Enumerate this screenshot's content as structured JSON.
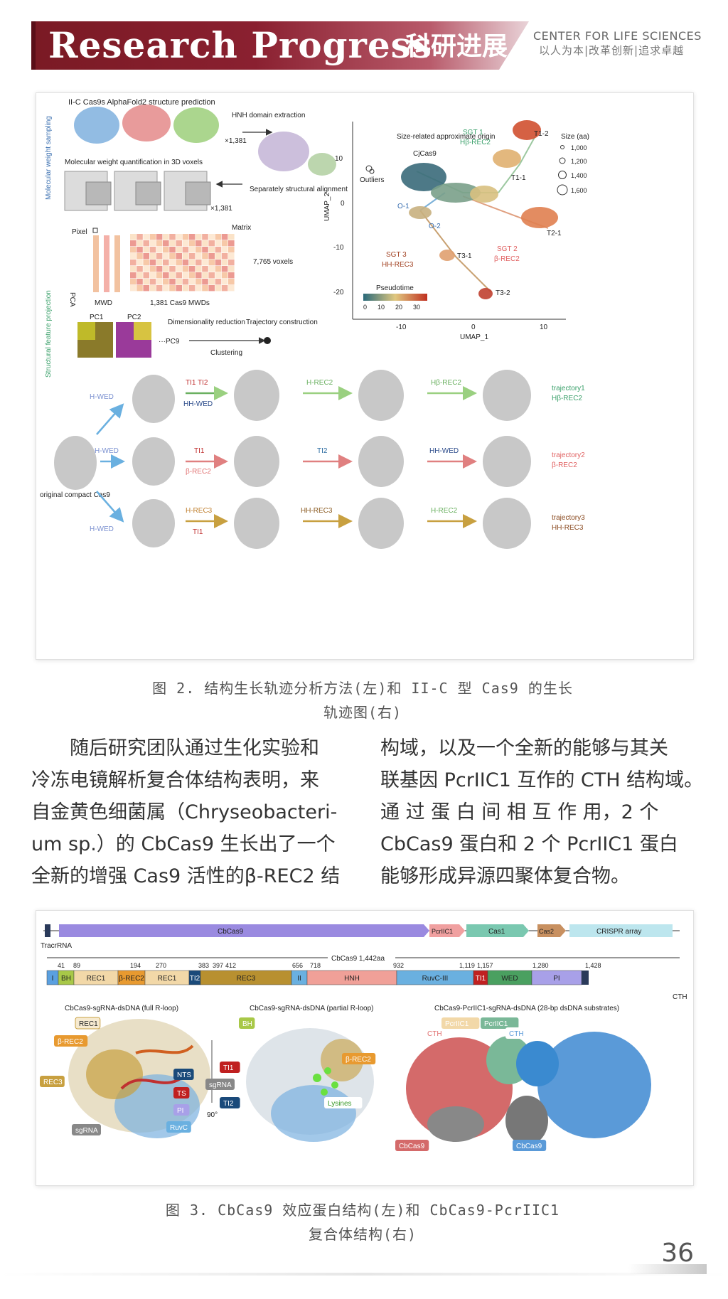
{
  "header": {
    "title_en": "Research Progress",
    "title_cn": "科研进展",
    "center_en": "CENTER FOR LIFE SCIENCES",
    "center_cn": "以人为本|改革创新|追求卓越"
  },
  "fig2": {
    "left": {
      "side_label_top": "Molecular weight sampling",
      "side_label_bottom": "Structural feature projection",
      "title_a": "II-C Cas9s AlphaFold2 structure prediction",
      "hnh_label": "HNH domain extraction",
      "count_1": "×1,381",
      "title_b": "Molecular weight quantification in 3D voxels",
      "align_label": "Separately structural alignment",
      "count_2": "×1,381",
      "pixel_label": "Pixel",
      "matrix_label": "Matrix",
      "voxels_label": "7,765 voxels",
      "mwd_label": "MWD",
      "mwds_label": "1,381 Cas9 MWDs",
      "pca_label": "PCA",
      "pc1": "PC1",
      "pc2": "PC2",
      "pc9": "···PC9",
      "dimred": "Dimensionality reduction",
      "trajectory": "Trajectory construction",
      "clustering": "Clustering"
    },
    "umap": {
      "xlabel": "UMAP_1",
      "ylabel": "UMAP_2",
      "xticks": [
        "-10",
        "0",
        "10"
      ],
      "yticks": [
        "10",
        "0",
        "-10",
        "-20"
      ],
      "origin_label": "Size-related approximate origin",
      "origin_name": "CjCas9",
      "outliers": "Outliers",
      "sgt1": "SGT 1",
      "sgt1_sub": "Hβ-REC2",
      "sgt2": "SGT 2",
      "sgt2_sub": "β-REC2",
      "sgt3": "SGT 3",
      "sgt3_sub": "HH-REC3",
      "nodes": [
        "T1-2",
        "T1-1",
        "O-1",
        "O-2",
        "T2-1",
        "T3-1",
        "T3-2"
      ],
      "size_title": "Size (aa)",
      "sizes": [
        "1,000",
        "1,200",
        "1,400",
        "1,600"
      ],
      "pseudotime": "Pseudotime",
      "pt_ticks": [
        "0",
        "10",
        "20",
        "30"
      ]
    },
    "traj": {
      "original": "original compact Cas9",
      "row1": [
        "H-WED",
        "TI1 TI2",
        "HH-WED",
        "H-REC2",
        "Hβ-REC2"
      ],
      "row1_end": [
        "trajectory1",
        "Hβ-REC2"
      ],
      "row2": [
        "H-WED",
        "TI1",
        "β-REC2",
        "TI2",
        "HH-WED"
      ],
      "row2_end": [
        "trajectory2",
        "β-REC2"
      ],
      "row3": [
        "H-WED",
        "H-REC3",
        "TI1",
        "HH-REC3",
        "H-REC2"
      ],
      "row3_end": [
        "trajectory3",
        "HH-REC3"
      ]
    },
    "caption_1": "图 2. 结构生长轨迹分析方法(左)和 II-C 型 Cas9 的生长",
    "caption_2": "轨迹图(右)"
  },
  "body": {
    "left_lines": [
      "　　随后研究团队通过生化实验和",
      "冷冻电镜解析复合体结构表明，来",
      "自金黄色细菌属（Chryseobacteri-",
      "um sp.）的 CbCas9 生长出了一个",
      "全新的增强 Cas9 活性的β-REC2 结"
    ],
    "right_lines": [
      "构域，以及一个全新的能够与其关",
      "联基因 PcrIIC1 互作的 CTH 结构域。",
      "通 过 蛋 白 间 相 互 作 用，2 个",
      "CbCas9 蛋白和 2 个 PcrIIC1 蛋白",
      "能够形成异源四聚体复合物。"
    ]
  },
  "fig3": {
    "tracr": "TracrRNA",
    "genes": [
      "CbCas9",
      "PcrIIC1",
      "Cas1",
      "Cas2",
      "CRISPR array"
    ],
    "cb_len": "CbCas9 1,442aa",
    "pos_top": [
      "41",
      "89",
      "194",
      "270",
      "383",
      "397",
      "412",
      "656",
      "718",
      "932",
      "1,119",
      "1,157",
      "1,280",
      "1,428"
    ],
    "domains": [
      "I",
      "BH",
      "REC1",
      "β-REC2",
      "REC1",
      "TI2",
      "REC3",
      "II",
      "HNH",
      "RuvC-III",
      "TI1",
      "WED",
      "PI"
    ],
    "cth": "CTH",
    "panel1_title": "CbCas9-sgRNA-dsDNA (full R-loop)",
    "panel2_title": "CbCas9-sgRNA-dsDNA (partial R-loop)",
    "panel3_title": "CbCas9-PcrIIC1-sgRNA-dsDNA (28-bp dsDNA substrates)",
    "p1_labels": [
      "REC1",
      "β-REC2",
      "REC3",
      "NTS",
      "TS",
      "PI",
      "RuvC",
      "sgRNA"
    ],
    "rot": "90°",
    "p2_labels": [
      "BH",
      "TI1",
      "sgRNA",
      "TI2",
      "β-REC2",
      "Lysines"
    ],
    "p3_labels": [
      "CTH",
      "PcrIIC1",
      "PcrIIC1",
      "CTH",
      "CbCas9",
      "CbCas9"
    ],
    "caption_1": "图 3. CbCas9 效应蛋白结构(左)和 CbCas9-PcrIIC1",
    "caption_2": "复合体结构(右)"
  },
  "page_number": "36"
}
